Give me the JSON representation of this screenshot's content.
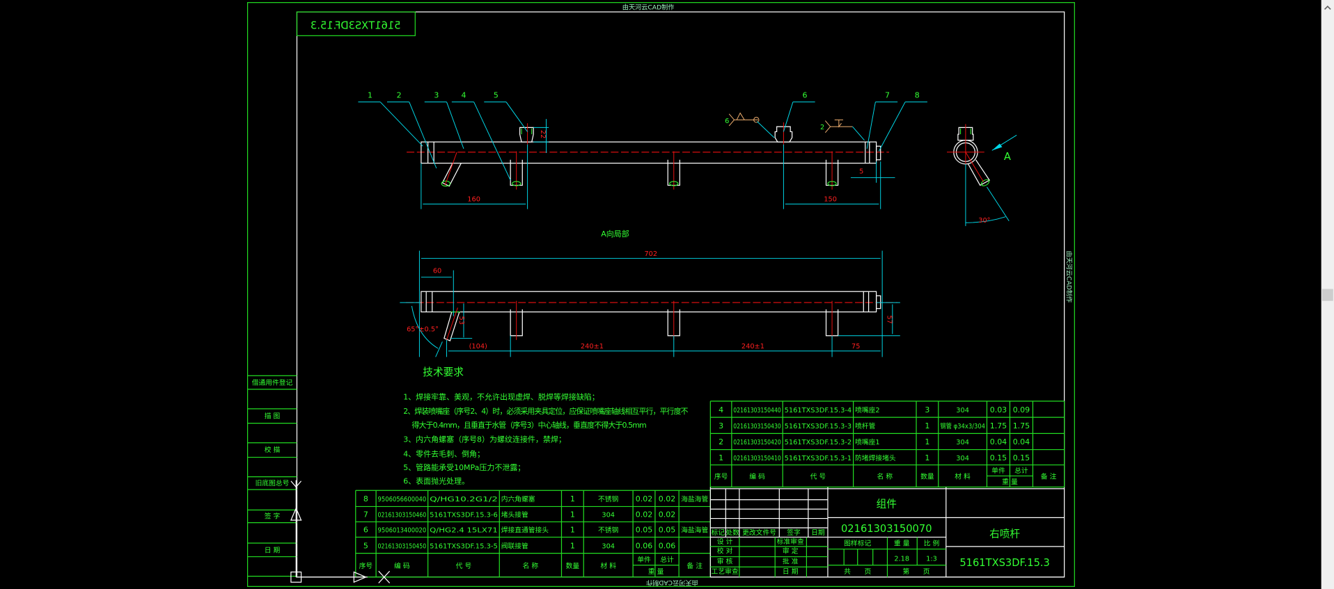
{
  "watermark": "由天河云CAD制作",
  "mirrored_title": "5161TXS3DF.15.3",
  "colors": {
    "background": "#000000",
    "frame": "#22dd22",
    "text": "#33ff33",
    "dimension": "#00d8e8",
    "dimension_text": "#ff2020",
    "outline": "#ffffff"
  },
  "side_column": [
    "借通用件登记",
    "描 图",
    "校 描",
    "旧底图总号",
    "签 字",
    "日 期"
  ],
  "front_view": {
    "balloons": [
      "1",
      "2",
      "3",
      "4",
      "5",
      "6",
      "7",
      "8"
    ],
    "dims": {
      "left": "160",
      "fitting_height": "22",
      "right": "150",
      "end": "5",
      "angle": "30°"
    },
    "weld_symbols": [
      "6",
      "2"
    ],
    "section_marker": "A"
  },
  "view_a": {
    "title": "A向局部",
    "dims": {
      "overall": "702",
      "first": "60",
      "a": "(104)",
      "b": "240±1",
      "c": "240±1",
      "d": "75",
      "height": "57",
      "stub": "53",
      "angle": "65°±0.5°"
    }
  },
  "tech": {
    "title": "技术要求",
    "lines": [
      "1、焊接牢靠、美观，不允许出现虚焊、脱焊等焊接缺陷；",
      "2、焊装喷嘴座（序号2、4）时，必须采用夹具定位，应保证喷嘴座轴线相互平行，平行度不",
      "得大于0.4mm，且垂直于水管（序号3）中心轴线，垂直度不得大于0.5mm",
      "3、内六角螺塞（序号8）为螺纹连接件，禁焊；",
      "4、零件去毛刺、倒角；",
      "5、管路能承受10MPa压力不泄露；",
      "6、表面抛光处理。"
    ]
  },
  "bom_header": {
    "no": "序号",
    "code": "编 码",
    "drawing": "代 号",
    "name": "名 称",
    "qty": "数量",
    "material": "材 料",
    "unit": "单件",
    "total": "总计",
    "weight": "重 量",
    "remark": "备 注"
  },
  "bom_upper": [
    {
      "no": "4",
      "code": "02161303150440",
      "drawing": "5161TXS3DF.15.3-4",
      "name": "喷嘴座2",
      "qty": "3",
      "material": "304",
      "unit": "0.03",
      "total": "0.09",
      "remark": ""
    },
    {
      "no": "3",
      "code": "02161303150430",
      "drawing": "5161TXS3DF.15.3-3",
      "name": "喷杆管",
      "qty": "1",
      "material": "钢管 φ34x3/304",
      "unit": "1.75",
      "total": "1.75",
      "remark": ""
    },
    {
      "no": "2",
      "code": "02161303150420",
      "drawing": "5161TXS3DF.15.3-2",
      "name": "喷嘴座1",
      "qty": "1",
      "material": "304",
      "unit": "0.04",
      "total": "0.04",
      "remark": ""
    },
    {
      "no": "1",
      "code": "02161303150410",
      "drawing": "5161TXS3DF.15.3-1",
      "name": "防堵焊接堵头",
      "qty": "1",
      "material": "304",
      "unit": "0.15",
      "total": "0.15",
      "remark": ""
    }
  ],
  "bom_lower": [
    {
      "no": "8",
      "code": "9506056600040",
      "drawing": "Q/HG10.2G1/2",
      "name": "内六角螺塞",
      "qty": "1",
      "material": "不锈钢",
      "unit": "0.02",
      "total": "0.02",
      "remark": "海盐海管"
    },
    {
      "no": "7",
      "code": "02161303150460",
      "drawing": "5161TXS3DF.15.3-6",
      "name": "堵头接管",
      "qty": "1",
      "material": "304",
      "unit": "0.02",
      "total": "0.02",
      "remark": ""
    },
    {
      "no": "6",
      "code": "9506013400020",
      "drawing": "Q/HG2.4 15LX71",
      "name": "焊接直通管接头",
      "qty": "1",
      "material": "不锈钢",
      "unit": "0.05",
      "total": "0.05",
      "remark": "海盐海管"
    },
    {
      "no": "5",
      "code": "02161303150450",
      "drawing": "5161TXS3DF.15.3-5",
      "name": "阀联接管",
      "qty": "1",
      "material": "304",
      "unit": "0.06",
      "total": "0.06",
      "remark": ""
    }
  ],
  "title_block": {
    "rev_labels": [
      "标记",
      "处数",
      "更改文件号",
      "签字",
      "日期"
    ],
    "sign_left": [
      "设 计",
      "校 对",
      "审 核",
      "工艺审查"
    ],
    "sign_right": [
      "标准审查",
      "审 定",
      "批 准",
      "日 期"
    ],
    "type": "组件",
    "code": "02161303150070",
    "mark_label": "图样标记",
    "weight_label": "重 量",
    "scale_label": "比 例",
    "weight": "2.18",
    "scale": "1:3",
    "sheets_total": "共　　页",
    "sheet_no": "第　　页",
    "part_name": "右喷杆",
    "drawing_no": "5161TXS3DF.15.3"
  }
}
